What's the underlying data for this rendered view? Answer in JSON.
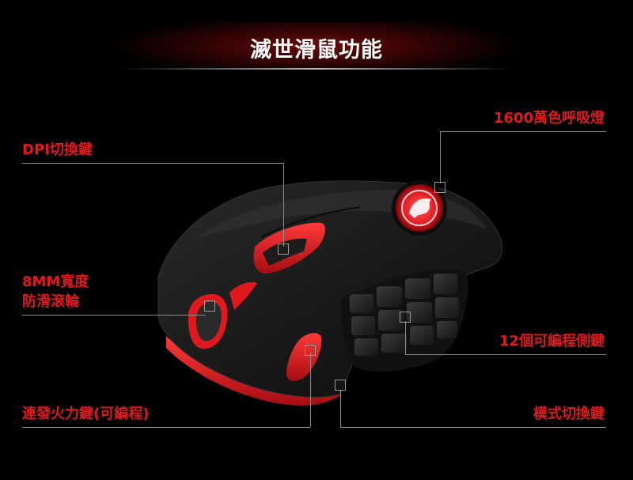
{
  "header": {
    "title": "滅世滑鼠功能"
  },
  "features": {
    "dpi": "DPI切換鍵",
    "wheel_line1": "8MM寬度",
    "wheel_line2": "防滑滾輪",
    "rapid_fire": "連發火力鍵(可編程)",
    "breathing_light": "1600萬色呼吸燈",
    "side_keys": "12個可編程側鍵",
    "mode_switch": "模式切換鍵"
  },
  "colors": {
    "accent": "#e0191f",
    "background": "#000000",
    "mouse_body": "#1c1c1c",
    "mouse_red": "#d01820"
  },
  "icons": {
    "logo": "dragon-logo-icon"
  }
}
